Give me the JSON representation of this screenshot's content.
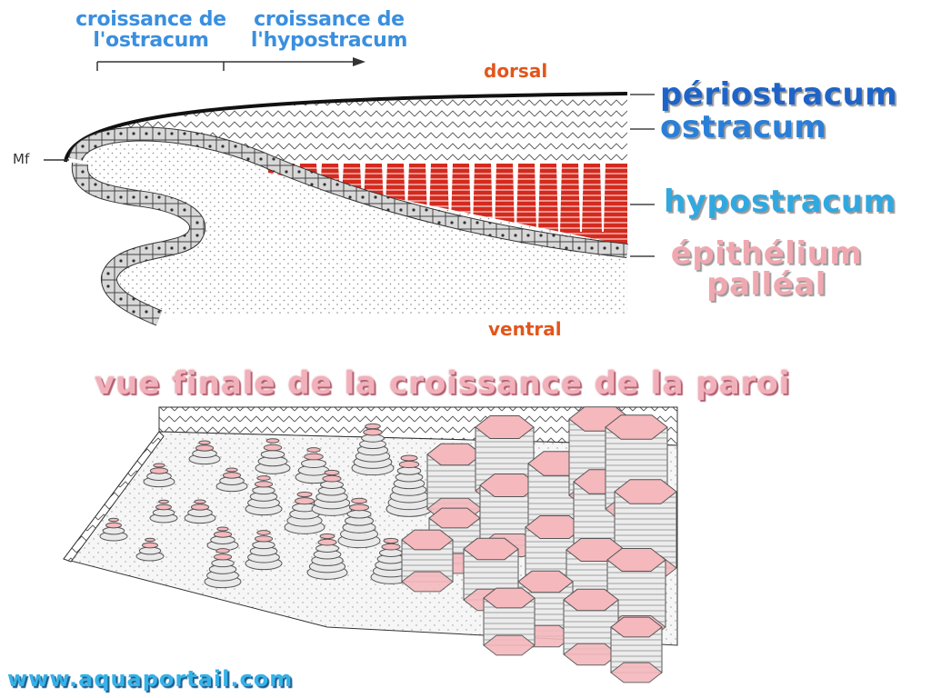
{
  "top_diagram": {
    "growth_ostracum": [
      "croissance de",
      "l'ostracum"
    ],
    "growth_hypostracum": [
      "croissance de",
      "l'hypostracum"
    ],
    "dorsal": "dorsal",
    "ventral": "ventral",
    "mf": "Mf",
    "layers": {
      "periostracum": "périostracum",
      "ostracum": "ostracum",
      "hypostracum": "hypostracum",
      "epithelium_line1": "épithélium",
      "epithelium_line2": "palléal"
    }
  },
  "bottom": {
    "title": "vue finale de la croissance de la paroi"
  },
  "footer": {
    "url": "www.aquaportail.com"
  },
  "colors": {
    "hypostracum_red": "#d42a1e",
    "crystal_pink": "#f4b8bd",
    "label_blue": "#1e64c8",
    "label_pink": "#f0a8b0"
  }
}
